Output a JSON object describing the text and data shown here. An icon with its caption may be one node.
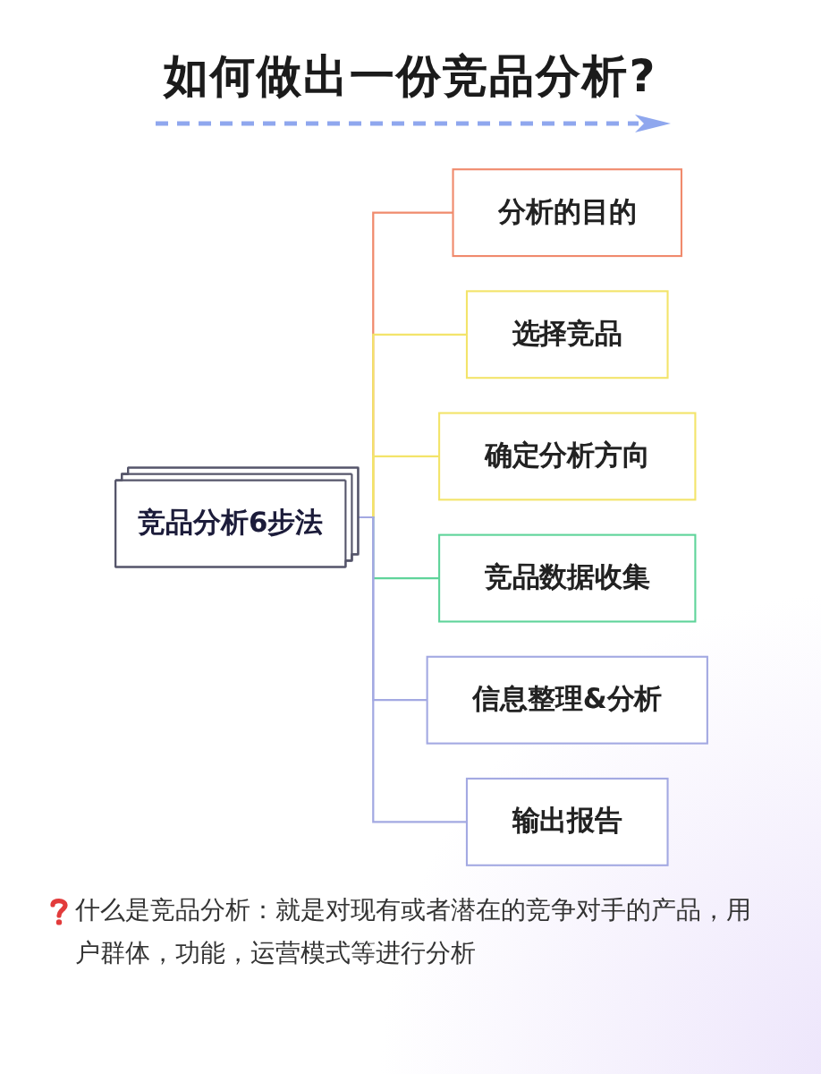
{
  "diagram": {
    "title": "如何做出一份竞品分析?",
    "nodes": [
      {
        "text": [
          "竞品分析6步法"
        ]
      },
      {
        "text": [
          "分析的目的"
        ]
      },
      {
        "text": [
          "选择竞品"
        ]
      },
      {
        "text": [
          "确定分析方向"
        ]
      },
      {
        "text": [
          "竞品数据收集"
        ]
      },
      {
        "text": [
          "信息整理&分析"
        ]
      },
      {
        "text": [
          "输出报告"
        ]
      }
    ],
    "edges": [
      {
        "from": 0,
        "to": 1,
        "arrow": "none",
        "color": "#f08a6c"
      },
      {
        "from": 0,
        "to": 2,
        "arrow": "none",
        "color": "#f3e46a"
      },
      {
        "from": 0,
        "to": 3,
        "arrow": "none",
        "color": "#f3e46a"
      },
      {
        "from": 0,
        "to": 4,
        "arrow": "none",
        "color": "#5fd49a"
      },
      {
        "from": 0,
        "to": 5,
        "arrow": "none",
        "color": "#a3a9e2"
      },
      {
        "from": 0,
        "to": 6,
        "arrow": "none",
        "color": "#a3a9e2"
      }
    ],
    "caption": "什么是竞品分析：就是对现有或者潜在的竞争对手的产品，用户群体，功能，运营模式等进行分析"
  }
}
